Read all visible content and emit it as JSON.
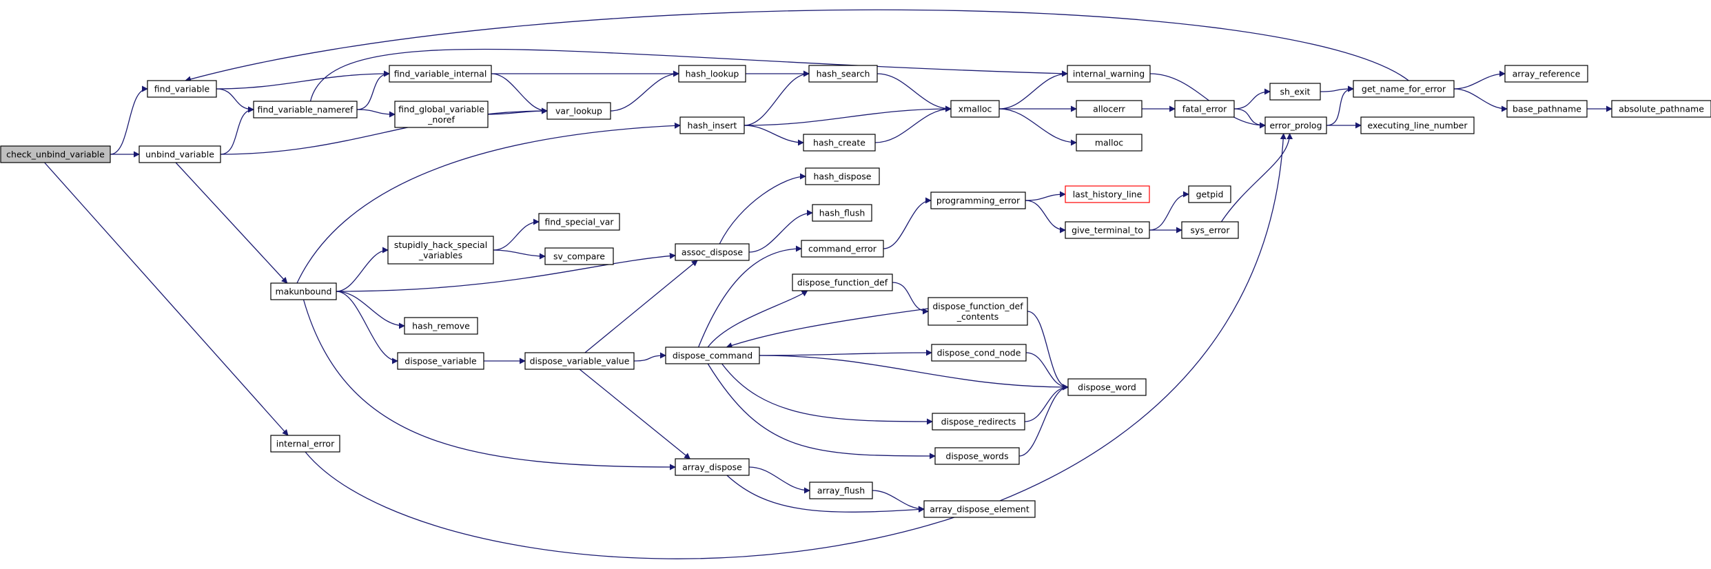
{
  "colors": {
    "edge": "#191970",
    "node_border": "#000000",
    "node_fill": "#ffffff",
    "root_fill": "#bfbfbf",
    "highlight_border": "#ff0000",
    "text": "#000000"
  },
  "nodes": [
    {
      "id": "check_unbind_variable",
      "lines": [
        "check_unbind_variable"
      ],
      "root": true
    },
    {
      "id": "find_variable",
      "lines": [
        "find_variable"
      ]
    },
    {
      "id": "unbind_variable",
      "lines": [
        "unbind_variable"
      ]
    },
    {
      "id": "makunbound",
      "lines": [
        "makunbound"
      ]
    },
    {
      "id": "internal_error",
      "lines": [
        "internal_error"
      ]
    },
    {
      "id": "find_variable_nameref",
      "lines": [
        "find_variable_nameref"
      ]
    },
    {
      "id": "find_variable_internal",
      "lines": [
        "find_variable_internal"
      ]
    },
    {
      "id": "find_global_variable_noref",
      "lines": [
        "find_global_variable",
        "_noref"
      ]
    },
    {
      "id": "stupidly_hack_special_variables",
      "lines": [
        "stupidly_hack_special",
        "_variables"
      ]
    },
    {
      "id": "hash_remove",
      "lines": [
        "hash_remove"
      ]
    },
    {
      "id": "dispose_variable",
      "lines": [
        "dispose_variable"
      ]
    },
    {
      "id": "find_special_var",
      "lines": [
        "find_special_var"
      ]
    },
    {
      "id": "sv_compare",
      "lines": [
        "sv_compare"
      ]
    },
    {
      "id": "dispose_variable_value",
      "lines": [
        "dispose_variable_value"
      ]
    },
    {
      "id": "var_lookup",
      "lines": [
        "var_lookup"
      ]
    },
    {
      "id": "hash_lookup",
      "lines": [
        "hash_lookup"
      ]
    },
    {
      "id": "hash_insert",
      "lines": [
        "hash_insert"
      ]
    },
    {
      "id": "assoc_dispose",
      "lines": [
        "assoc_dispose"
      ]
    },
    {
      "id": "dispose_command",
      "lines": [
        "dispose_command"
      ]
    },
    {
      "id": "array_dispose",
      "lines": [
        "array_dispose"
      ]
    },
    {
      "id": "hash_search",
      "lines": [
        "hash_search"
      ]
    },
    {
      "id": "hash_create",
      "lines": [
        "hash_create"
      ]
    },
    {
      "id": "hash_dispose",
      "lines": [
        "hash_dispose"
      ]
    },
    {
      "id": "hash_flush",
      "lines": [
        "hash_flush"
      ]
    },
    {
      "id": "command_error",
      "lines": [
        "command_error"
      ]
    },
    {
      "id": "dispose_function_def",
      "lines": [
        "dispose_function_def"
      ]
    },
    {
      "id": "array_flush",
      "lines": [
        "array_flush"
      ]
    },
    {
      "id": "dispose_function_def_contents",
      "lines": [
        "dispose_function_def",
        "_contents"
      ]
    },
    {
      "id": "dispose_cond_node",
      "lines": [
        "dispose_cond_node"
      ]
    },
    {
      "id": "dispose_redirects",
      "lines": [
        "dispose_redirects"
      ]
    },
    {
      "id": "dispose_words",
      "lines": [
        "dispose_words"
      ]
    },
    {
      "id": "array_dispose_element",
      "lines": [
        "array_dispose_element"
      ]
    },
    {
      "id": "xmalloc",
      "lines": [
        "xmalloc"
      ]
    },
    {
      "id": "programming_error",
      "lines": [
        "programming_error"
      ]
    },
    {
      "id": "internal_warning",
      "lines": [
        "internal_warning"
      ]
    },
    {
      "id": "allocerr",
      "lines": [
        "allocerr"
      ]
    },
    {
      "id": "malloc",
      "lines": [
        "malloc"
      ]
    },
    {
      "id": "last_history_line",
      "lines": [
        "last_history_line"
      ],
      "highlight": true
    },
    {
      "id": "give_terminal_to",
      "lines": [
        "give_terminal_to"
      ]
    },
    {
      "id": "dispose_word",
      "lines": [
        "dispose_word"
      ]
    },
    {
      "id": "fatal_error",
      "lines": [
        "fatal_error"
      ]
    },
    {
      "id": "getpid",
      "lines": [
        "getpid"
      ]
    },
    {
      "id": "sys_error",
      "lines": [
        "sys_error"
      ]
    },
    {
      "id": "sh_exit",
      "lines": [
        "sh_exit"
      ]
    },
    {
      "id": "error_prolog",
      "lines": [
        "error_prolog"
      ]
    },
    {
      "id": "get_name_for_error",
      "lines": [
        "get_name_for_error"
      ]
    },
    {
      "id": "executing_line_number",
      "lines": [
        "executing_line_number"
      ]
    },
    {
      "id": "array_reference",
      "lines": [
        "array_reference"
      ]
    },
    {
      "id": "base_pathname",
      "lines": [
        "base_pathname"
      ]
    },
    {
      "id": "absolute_pathname",
      "lines": [
        "absolute_pathname"
      ]
    }
  ],
  "edges": [
    [
      "check_unbind_variable",
      "find_variable"
    ],
    [
      "check_unbind_variable",
      "unbind_variable"
    ],
    [
      "check_unbind_variable",
      "internal_error"
    ],
    [
      "find_variable",
      "find_variable_internal"
    ],
    [
      "find_variable",
      "find_variable_nameref"
    ],
    [
      "unbind_variable",
      "find_variable_nameref"
    ],
    [
      "unbind_variable",
      "var_lookup"
    ],
    [
      "unbind_variable",
      "makunbound"
    ],
    [
      "find_variable_nameref",
      "find_variable_internal"
    ],
    [
      "find_variable_nameref",
      "find_global_variable_noref"
    ],
    [
      "find_variable_nameref",
      "internal_warning"
    ],
    [
      "find_variable_internal",
      "hash_lookup"
    ],
    [
      "find_variable_internal",
      "var_lookup"
    ],
    [
      "find_global_variable_noref",
      "var_lookup"
    ],
    [
      "var_lookup",
      "hash_lookup"
    ],
    [
      "hash_lookup",
      "hash_search"
    ],
    [
      "makunbound",
      "hash_insert"
    ],
    [
      "makunbound",
      "stupidly_hack_special_variables"
    ],
    [
      "makunbound",
      "assoc_dispose"
    ],
    [
      "makunbound",
      "hash_remove"
    ],
    [
      "makunbound",
      "dispose_variable"
    ],
    [
      "makunbound",
      "array_dispose"
    ],
    [
      "stupidly_hack_special_variables",
      "find_special_var"
    ],
    [
      "stupidly_hack_special_variables",
      "sv_compare"
    ],
    [
      "dispose_variable",
      "dispose_variable_value"
    ],
    [
      "dispose_variable_value",
      "assoc_dispose"
    ],
    [
      "dispose_variable_value",
      "dispose_command"
    ],
    [
      "dispose_variable_value",
      "array_dispose"
    ],
    [
      "hash_insert",
      "hash_search"
    ],
    [
      "hash_insert",
      "xmalloc"
    ],
    [
      "hash_insert",
      "hash_create"
    ],
    [
      "hash_search",
      "xmalloc"
    ],
    [
      "hash_create",
      "xmalloc"
    ],
    [
      "assoc_dispose",
      "hash_dispose"
    ],
    [
      "assoc_dispose",
      "hash_flush"
    ],
    [
      "dispose_command",
      "command_error"
    ],
    [
      "dispose_command",
      "dispose_function_def"
    ],
    [
      "dispose_command",
      "dispose_cond_node"
    ],
    [
      "dispose_command",
      "dispose_word"
    ],
    [
      "dispose_command",
      "dispose_redirects"
    ],
    [
      "dispose_command",
      "dispose_words"
    ],
    [
      "dispose_function_def",
      "dispose_function_def_contents"
    ],
    [
      "dispose_function_def_contents",
      "dispose_command"
    ],
    [
      "dispose_function_def_contents",
      "dispose_word"
    ],
    [
      "dispose_cond_node",
      "dispose_word"
    ],
    [
      "dispose_redirects",
      "dispose_word"
    ],
    [
      "dispose_words",
      "dispose_word"
    ],
    [
      "command_error",
      "programming_error"
    ],
    [
      "programming_error",
      "last_history_line"
    ],
    [
      "programming_error",
      "give_terminal_to"
    ],
    [
      "give_terminal_to",
      "getpid"
    ],
    [
      "give_terminal_to",
      "sys_error"
    ],
    [
      "sys_error",
      "error_prolog"
    ],
    [
      "array_dispose",
      "array_flush"
    ],
    [
      "array_dispose",
      "array_dispose_element"
    ],
    [
      "array_flush",
      "array_dispose_element"
    ],
    [
      "internal_error",
      "error_prolog"
    ],
    [
      "xmalloc",
      "internal_warning"
    ],
    [
      "xmalloc",
      "allocerr"
    ],
    [
      "xmalloc",
      "malloc"
    ],
    [
      "internal_warning",
      "error_prolog"
    ],
    [
      "allocerr",
      "fatal_error"
    ],
    [
      "fatal_error",
      "sh_exit"
    ],
    [
      "fatal_error",
      "error_prolog"
    ],
    [
      "sh_exit",
      "get_name_for_error"
    ],
    [
      "error_prolog",
      "get_name_for_error"
    ],
    [
      "error_prolog",
      "executing_line_number"
    ],
    [
      "get_name_for_error",
      "find_variable"
    ],
    [
      "get_name_for_error",
      "array_reference"
    ],
    [
      "get_name_for_error",
      "base_pathname"
    ],
    [
      "base_pathname",
      "absolute_pathname"
    ]
  ]
}
